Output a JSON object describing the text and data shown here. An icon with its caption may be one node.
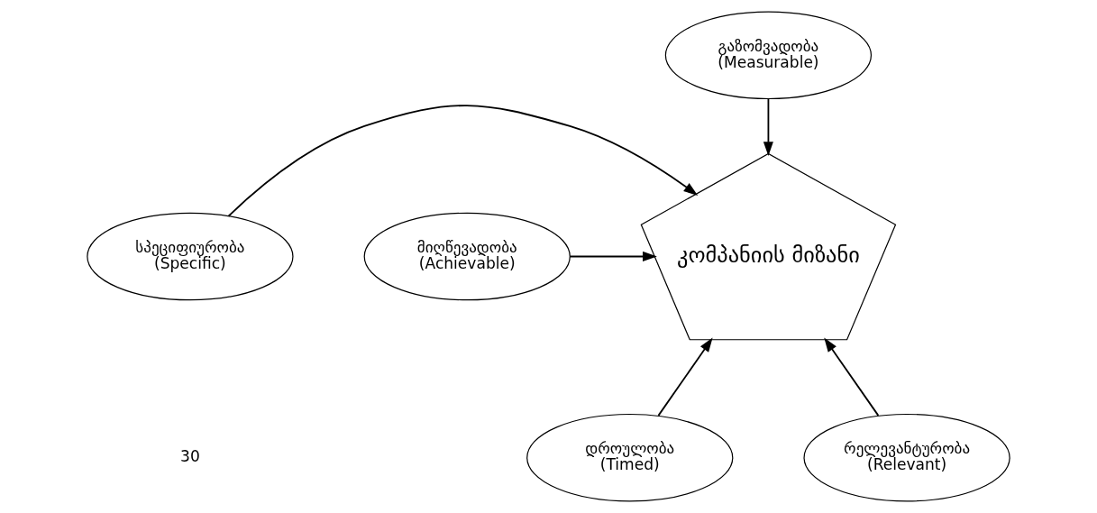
{
  "diagram": {
    "nodes": [
      {
        "text": [
          "გაზომვადობა",
          "(Measurable)"
        ]
      },
      {
        "text": [
          "სპეციფიურობა",
          "(Specific)"
        ]
      },
      {
        "text": [
          "მიღწევადობა",
          "(Achievable)"
        ]
      },
      {
        "text": [
          "კომპანიის მიზანი"
        ]
      },
      {
        "text": [
          "რელევანტურობა",
          "(Relevant)"
        ]
      },
      {
        "text": [
          "დროულობა",
          "(Timed)"
        ]
      }
    ],
    "edges": [
      {
        "from": 0,
        "to": 3,
        "arrow": "to"
      },
      {
        "from": 1,
        "to": 3,
        "arrow": "to"
      },
      {
        "from": 2,
        "to": 3,
        "arrow": "to"
      },
      {
        "from": 4,
        "to": 3,
        "arrow": "to"
      },
      {
        "from": 5,
        "to": 3,
        "arrow": "to"
      }
    ],
    "labels": [
      "30"
    ]
  }
}
